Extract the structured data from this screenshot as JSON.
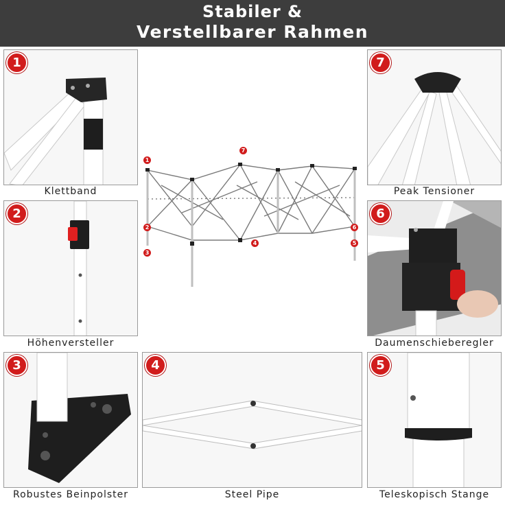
{
  "header": {
    "line1": "Stabiler &",
    "line2": "Verstellbarer Rahmen"
  },
  "panels": [
    {
      "number": "1",
      "caption": "Klettband"
    },
    {
      "number": "7",
      "caption": "Peak Tensioner"
    },
    {
      "number": "2",
      "caption": "Höhenversteller"
    },
    {
      "number": "6",
      "caption": "Daumenschieberegler"
    },
    {
      "number": "3",
      "caption": "Robustes Beinpolster"
    },
    {
      "number": "4",
      "caption": "Steel Pipe"
    },
    {
      "number": "5",
      "caption": "Teleskopisch Stange"
    }
  ],
  "frame_markers": [
    "1",
    "7",
    "2",
    "3",
    "4",
    "6",
    "5"
  ],
  "colors": {
    "header_bg": "#3d3d3d",
    "badge_red": "#d11c1c",
    "frame_black": "#222222"
  }
}
